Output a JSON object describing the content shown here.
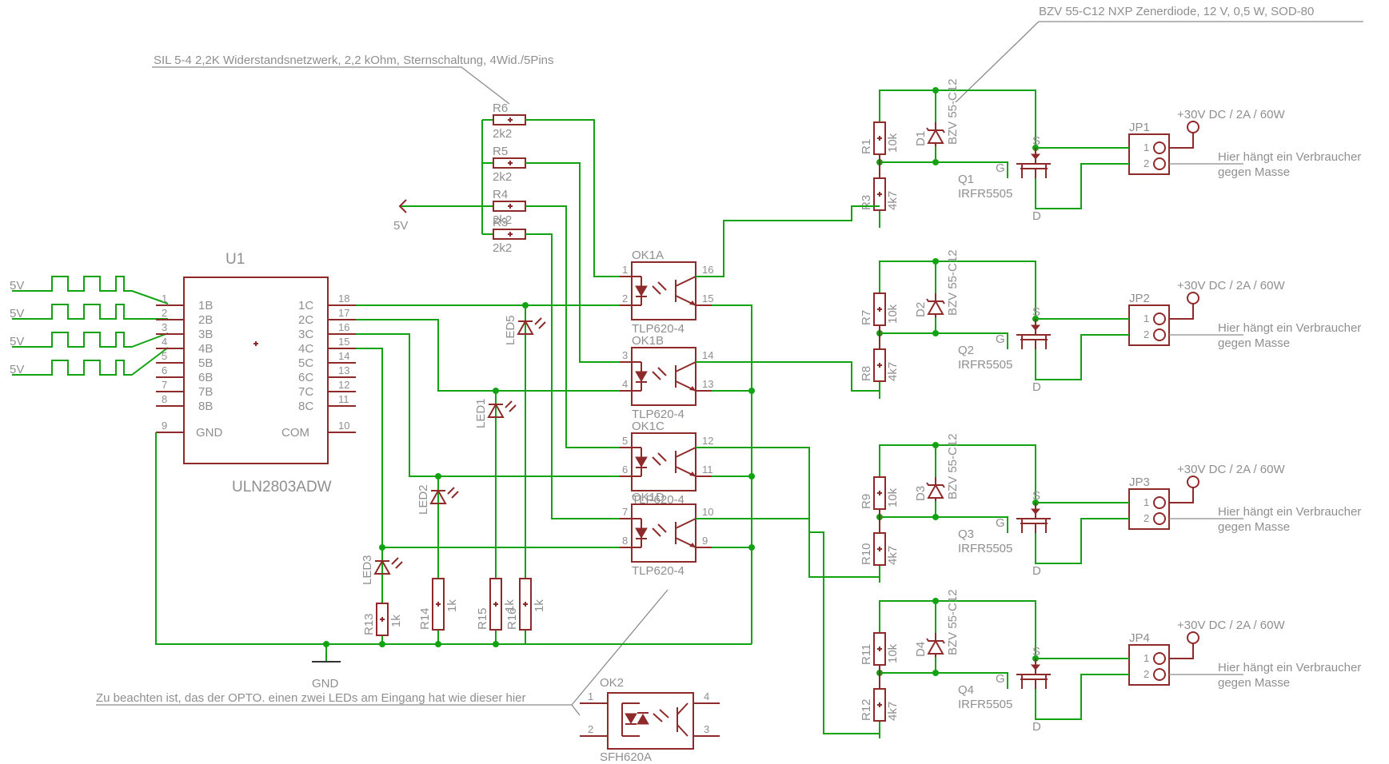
{
  "notes": {
    "zener_note": "BZV 55-C12 NXP Zenerdiode, 12 V, 0,5 W, SOD-80",
    "sil_note": "SIL 5-4 2,2K Widerstandsnetzwerk, 2,2 kOhm, Sternschaltung, 4Wid./5Pins",
    "opto_note": "Zu beachten ist, das der OPTO. einen zwei LEDs am Eingang hat wie dieser hier"
  },
  "u1": {
    "name": "U1",
    "value": "ULN2803ADW",
    "left_pins": [
      "1",
      "2",
      "3",
      "4",
      "5",
      "6",
      "7",
      "8"
    ],
    "left_labels": [
      "1B",
      "2B",
      "3B",
      "4B",
      "5B",
      "6B",
      "7B",
      "8B"
    ],
    "right_pins": [
      "18",
      "17",
      "16",
      "15",
      "14",
      "13",
      "12",
      "11"
    ],
    "right_labels": [
      "1C",
      "2C",
      "3C",
      "4C",
      "5C",
      "6C",
      "7C",
      "8C"
    ],
    "gnd_pin": "9",
    "gnd_label": "GND",
    "com_pin": "10",
    "com_label": "COM"
  },
  "inputs": [
    "5V",
    "5V",
    "5V",
    "5V"
  ],
  "supply": {
    "label": "5V",
    "gnd_label": "GND"
  },
  "sil": [
    {
      "name": "R6",
      "value": "2k2"
    },
    {
      "name": "R5",
      "value": "2k2"
    },
    {
      "name": "R4",
      "value": "2k2"
    },
    {
      "name": "R3",
      "value": "2k2"
    }
  ],
  "leds": [
    "LED5",
    "LED1",
    "LED2",
    "LED3"
  ],
  "led_resistors": [
    {
      "name": "R13",
      "value": "1k"
    },
    {
      "name": "R14",
      "value": "1k"
    },
    {
      "name": "R15",
      "value": "1k"
    },
    {
      "name": "R16",
      "value": "1k"
    }
  ],
  "optos": [
    {
      "name": "OK1A",
      "value": "TLP620-4",
      "pins": [
        "1",
        "2",
        "16",
        "15"
      ]
    },
    {
      "name": "OK1B",
      "value": "TLP620-4",
      "pins": [
        "3",
        "4",
        "14",
        "13"
      ]
    },
    {
      "name": "OK1C",
      "value": "TLP620-4",
      "pins": [
        "5",
        "6",
        "12",
        "11"
      ]
    },
    {
      "name": "OK1D",
      "value": "TLP620-4",
      "pins": [
        "7",
        "8",
        "10",
        "9"
      ]
    }
  ],
  "ok2": {
    "name": "OK2",
    "value": "SFH620A",
    "pins": [
      "1",
      "2",
      "4",
      "3"
    ]
  },
  "channels": [
    {
      "gate_r": "R1",
      "gate_r_val": "10k",
      "pull_r": "R3",
      "pull_r_val": "4k7",
      "zener": "D1",
      "zener_val": "BZV 55-C12",
      "fet": "Q1",
      "fet_val": "IRFR5505",
      "jp": "JP1",
      "supply": "+30V DC / 2A / 60W",
      "load1": "Hier hängt ein Verbraucher",
      "load2": "gegen Masse"
    },
    {
      "gate_r": "R7",
      "gate_r_val": "10k",
      "pull_r": "R8",
      "pull_r_val": "4k7",
      "zener": "D2",
      "zener_val": "BZV 55-C12",
      "fet": "Q2",
      "fet_val": "IRFR5505",
      "jp": "JP2",
      "supply": "+30V DC / 2A / 60W",
      "load1": "Hier hängt ein Verbraucher",
      "load2": "gegen Masse"
    },
    {
      "gate_r": "R9",
      "gate_r_val": "10k",
      "pull_r": "R10",
      "pull_r_val": "4k7",
      "zener": "D3",
      "zener_val": "BZV 55-C12",
      "fet": "Q3",
      "fet_val": "IRFR5505",
      "jp": "JP3",
      "supply": "+30V DC / 2A / 60W",
      "load1": "Hier hängt ein Verbraucher",
      "load2": "gegen Masse"
    },
    {
      "gate_r": "R11",
      "gate_r_val": "10k",
      "pull_r": "R12",
      "pull_r_val": "4k7",
      "zener": "D4",
      "zener_val": "BZV 55-C12",
      "fet": "Q4",
      "fet_val": "IRFR5505",
      "jp": "JP4",
      "supply": "+30V DC / 2A / 60W",
      "load1": "Hier hängt ein Verbraucher",
      "load2": "gegen Masse"
    }
  ],
  "fet_pins": {
    "gate": "G",
    "source": "S",
    "drain": "D"
  },
  "jp_pins": [
    "1",
    "2"
  ],
  "colors": {
    "wire": "#12a312",
    "part": "#8f2a2a",
    "text": "#8f8f8f",
    "background": "#ffffff"
  }
}
